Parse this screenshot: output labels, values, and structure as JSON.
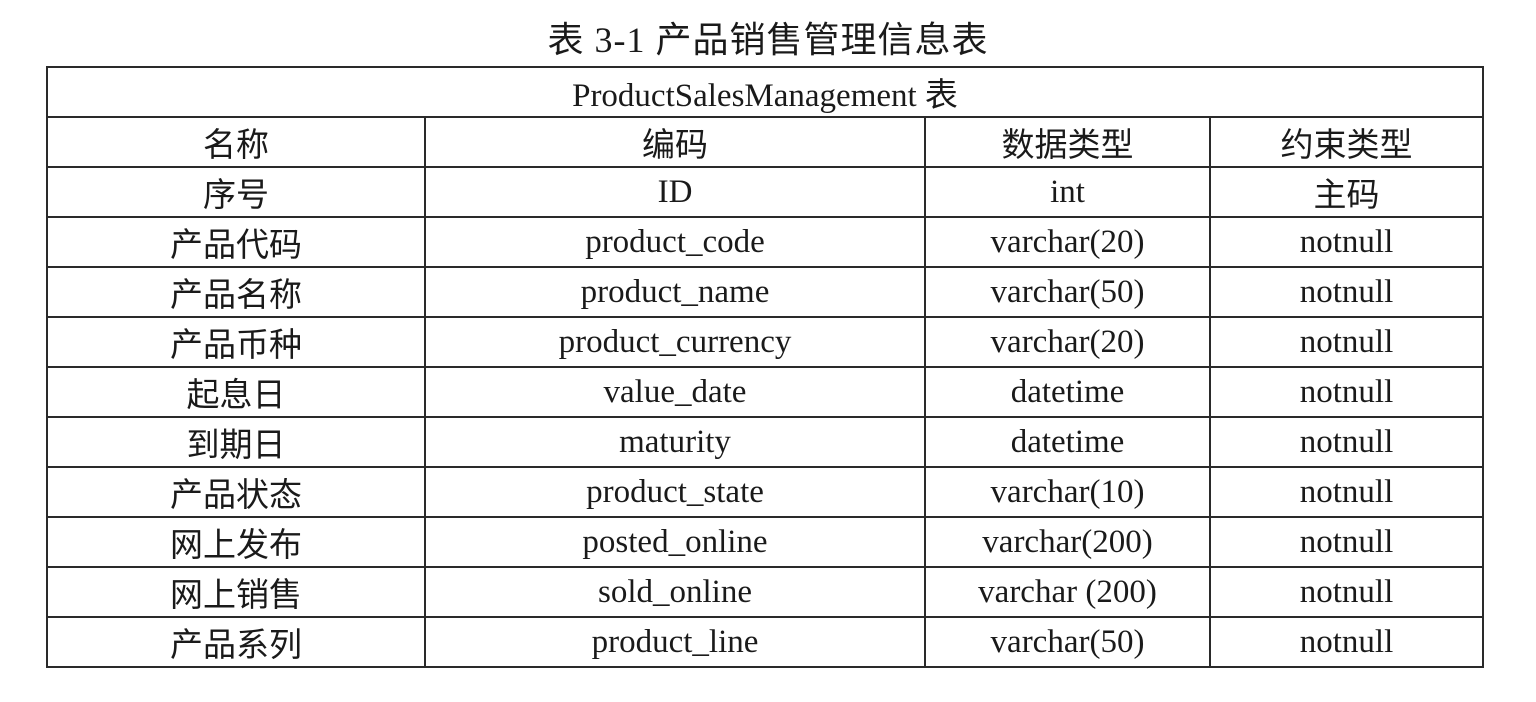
{
  "caption": "表 3-1  产品销售管理信息表",
  "table": {
    "title": "ProductSalesManagement 表",
    "headers": [
      "名称",
      "编码",
      "数据类型",
      "约束类型"
    ],
    "rows": [
      [
        "序号",
        "ID",
        "int",
        "主码"
      ],
      [
        "产品代码",
        "product_code",
        "varchar(20)",
        "notnull"
      ],
      [
        "产品名称",
        "product_name",
        "varchar(50)",
        "notnull"
      ],
      [
        "产品币种",
        "product_currency",
        "varchar(20)",
        "notnull"
      ],
      [
        "起息日",
        "value_date",
        "datetime",
        "notnull"
      ],
      [
        "到期日",
        "maturity",
        "datetime",
        "notnull"
      ],
      [
        "产品状态",
        "product_state",
        "varchar(10)",
        "notnull"
      ],
      [
        "网上发布",
        "posted_online",
        "varchar(200)",
        "notnull"
      ],
      [
        "网上销售",
        "sold_online",
        "varchar (200)",
        "notnull"
      ],
      [
        "产品系列",
        "product_line",
        "varchar(50)",
        "notnull"
      ]
    ]
  }
}
